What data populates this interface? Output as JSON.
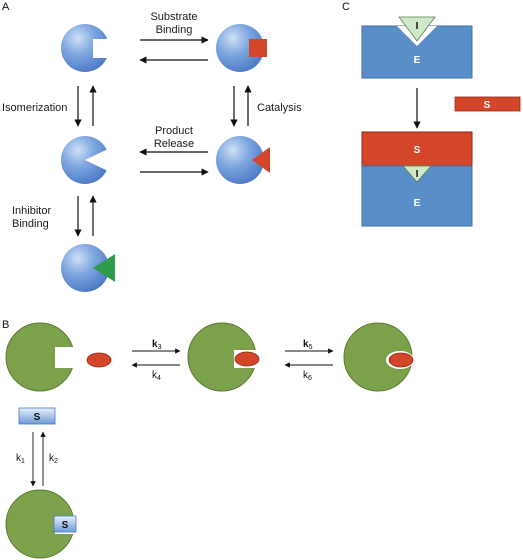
{
  "panels": {
    "a": "A",
    "b": "B",
    "c": "C"
  },
  "panel_a": {
    "substrate_binding": [
      "Substrate",
      "Binding"
    ],
    "isomerization": "Isomerization",
    "catalysis": "Catalysis",
    "product_release": [
      "Product",
      "Release"
    ],
    "inhibitor_binding": [
      "Inhibitor",
      "Binding"
    ]
  },
  "panel_b": {
    "rates": {
      "k3": {
        "base": "k",
        "sub": "3"
      },
      "k4": {
        "base": "k",
        "sub": "4"
      },
      "k5": {
        "base": "k",
        "sub": "5"
      },
      "k6": {
        "base": "k",
        "sub": "6"
      },
      "k1": {
        "base": "k",
        "sub": "1"
      },
      "k2": {
        "base": "k",
        "sub": "2"
      }
    },
    "substrate_label": "S"
  },
  "panel_c": {
    "inhibitor": "I",
    "enzyme": "E",
    "substrate": "S"
  },
  "colors": {
    "enzyme_blue": "#5d8fd6",
    "substrate_red": "#d4462a",
    "inhibitor_green": "#2e9c4a",
    "pacman_green": "#7ba24a",
    "box_blue": "#5a8ec9",
    "inhibitor_pale": "#cfe8c7"
  }
}
